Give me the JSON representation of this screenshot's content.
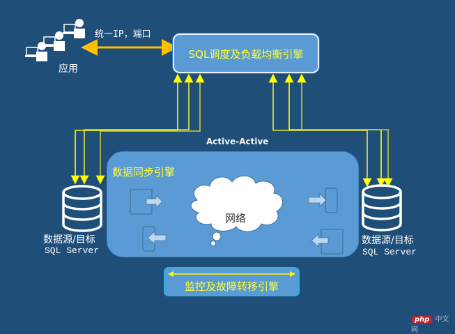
{
  "diagram": {
    "title": "SQL Server Active-Active architecture",
    "colors": {
      "background": "#1f4e79",
      "box_fill": "#5b9bd5",
      "connector": "#ffff00",
      "client_arrow": "#ffc000",
      "engine_text": "#ffff33"
    },
    "clients": {
      "label": "应用",
      "icon": "users-laptop-icon"
    },
    "client_link": {
      "label": "统一IP，端口"
    },
    "load_balancer": {
      "label": "SQL调度及负载均衡引擎"
    },
    "active_active": {
      "label": "Active-Active"
    },
    "sync_engine": {
      "label": "数据同步引擎",
      "network_label": "网络"
    },
    "databases": [
      {
        "line1": "数据源/目标",
        "line2": "SQL Server",
        "icon": "database-icon"
      },
      {
        "line1": "数据源/目标",
        "line2": "SQL Server",
        "icon": "database-icon"
      }
    ],
    "monitor": {
      "label": "监控及故障转移引擎"
    }
  },
  "watermark": {
    "badge": "php",
    "text": "中文网"
  }
}
